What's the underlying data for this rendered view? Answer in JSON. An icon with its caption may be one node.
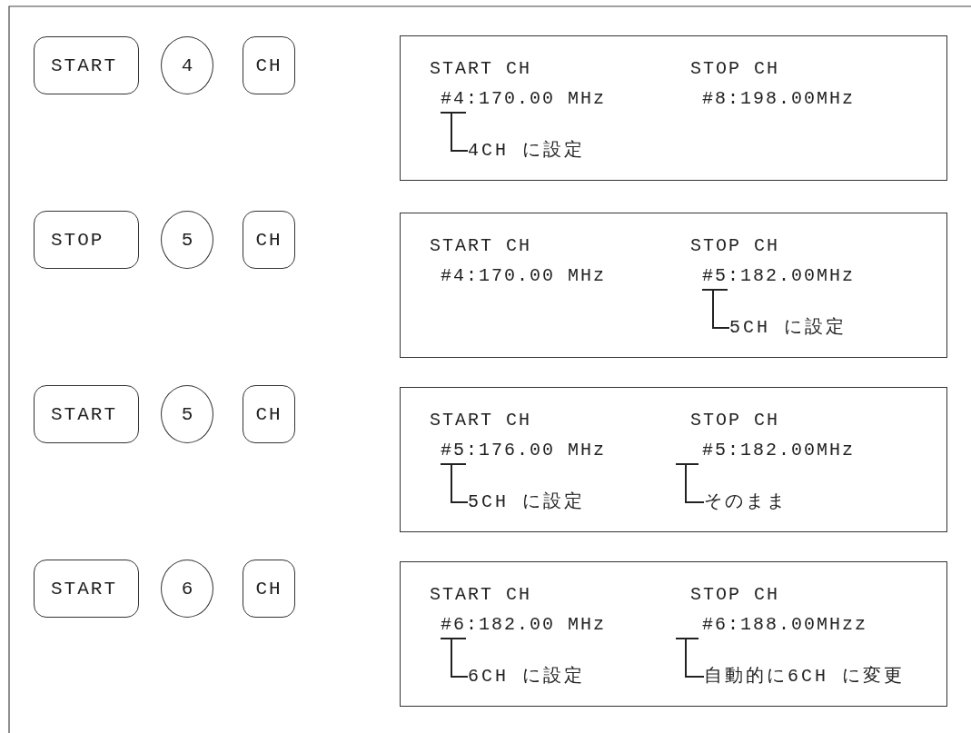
{
  "diagram": {
    "nodes": [
      {
        "text": [
          "START"
        ]
      },
      {
        "text": [
          "4"
        ]
      },
      {
        "text": [
          "CH"
        ]
      },
      {
        "text": [
          "START CH",
          "#4:170.00 MHz",
          "STOP CH",
          "#8:198.00MHz"
        ]
      },
      {
        "text": [],
        "shape": "bar",
        "in": 3
      },
      {
        "text": [
          "4CH に設定"
        ],
        "in": 3
      },
      {
        "text": [
          "STOP"
        ]
      },
      {
        "text": [
          "5"
        ]
      },
      {
        "text": [
          "CH"
        ]
      },
      {
        "text": [
          "START CH",
          "#4:170.00 MHz",
          "STOP CH",
          "#5:182.00MHz"
        ]
      },
      {
        "text": [],
        "shape": "bar",
        "in": 9
      },
      {
        "text": [
          "5CH に設定"
        ],
        "in": 9
      },
      {
        "text": [
          "START"
        ]
      },
      {
        "text": [
          "5"
        ]
      },
      {
        "text": [
          "CH"
        ]
      },
      {
        "text": [
          "START CH",
          "#5:176.00 MHz",
          "STOP CH",
          "#5:182.00MHz"
        ]
      },
      {
        "text": [],
        "shape": "bar",
        "in": 15
      },
      {
        "text": [
          "5CH に設定"
        ],
        "in": 15
      },
      {
        "text": [],
        "shape": "bar",
        "in": 15
      },
      {
        "text": [
          "そのまま"
        ],
        "in": 15
      },
      {
        "text": [
          "START"
        ]
      },
      {
        "text": [
          "6"
        ]
      },
      {
        "text": [
          "CH"
        ]
      },
      {
        "text": [
          "START CH",
          "#6:182.00 MHz",
          "STOP CH",
          "#6:188.00MHzz"
        ]
      },
      {
        "text": [],
        "shape": "bar",
        "in": 23
      },
      {
        "text": [
          "6CH に設定"
        ],
        "in": 23
      },
      {
        "text": [],
        "shape": "bar",
        "in": 23
      },
      {
        "text": [
          "自動的に6CH に変更"
        ],
        "in": 23
      }
    ],
    "edges": [
      {
        "from": 5,
        "to": 4,
        "arrow": "none"
      },
      {
        "from": 11,
        "to": 10,
        "arrow": "none"
      },
      {
        "from": 17,
        "to": 16,
        "arrow": "none"
      },
      {
        "from": 19,
        "to": 18,
        "arrow": "none"
      },
      {
        "from": 25,
        "to": 24,
        "arrow": "none"
      },
      {
        "from": 27,
        "to": 26,
        "arrow": "none"
      }
    ]
  }
}
